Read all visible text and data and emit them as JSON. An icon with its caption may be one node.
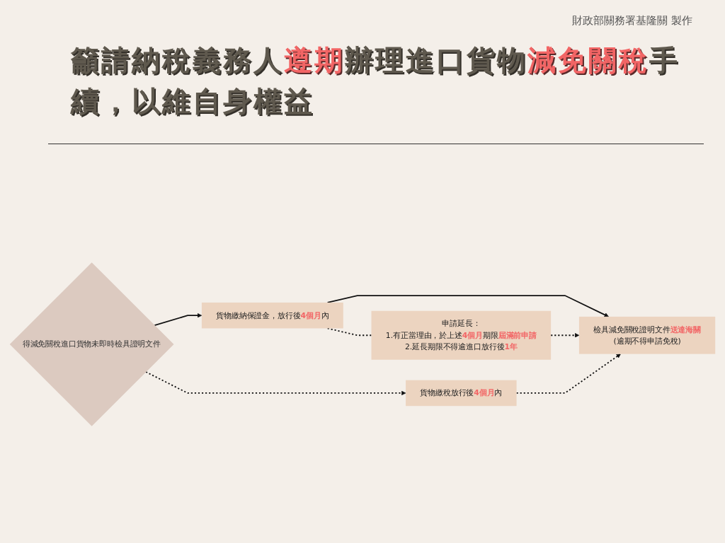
{
  "diagram": {
    "title": "籲請納稅義務人**遵期**辦理進口貨物**減免關稅**手續，以維自身權益",
    "nodes": [
      {
        "text": [
          "得減免關稅進口貨物未即時檢具證明文件"
        ]
      },
      {
        "text": [
          "貨物繳納保證金，放行後**4個月**內"
        ]
      },
      {
        "text": [
          "申請延長：",
          "1.有正當理由，於上述**4個月**期限**屆滿前申請**",
          "2.延長期限不得逾進口放行後**1年**"
        ]
      },
      {
        "text": [
          "檢具減免關稅證明文件**送達海關**",
          "(逾期不得申請免稅)"
        ]
      },
      {
        "text": [
          "貨物繳稅放行後**4個月**內"
        ]
      }
    ],
    "edges": [
      {
        "from": 0,
        "to": 1,
        "arrow": "to"
      },
      {
        "from": 0,
        "to": 4,
        "arrow": "to",
        "style": "dashed"
      },
      {
        "from": 1,
        "to": 2,
        "arrow": "none",
        "style": "dashed"
      },
      {
        "from": 1,
        "to": 3,
        "arrow": "to"
      },
      {
        "from": 2,
        "to": 3,
        "arrow": "to",
        "style": "dashed"
      },
      {
        "from": 4,
        "to": 3,
        "arrow": "to",
        "style": "dashed"
      }
    ],
    "labels": [
      "財政部關務署基隆關 製作"
    ]
  }
}
